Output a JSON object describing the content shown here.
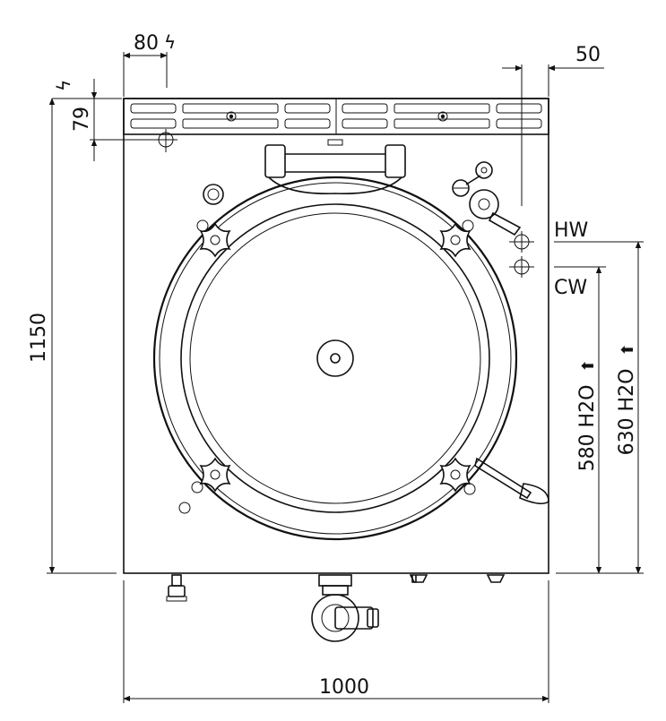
{
  "dimensions": {
    "width": "1000",
    "height": "1150",
    "top_offset": "80",
    "top_right_offset": "50",
    "side_offset": "79",
    "cw_height": "580 H2O",
    "hw_height": "630 H2O"
  },
  "connections": {
    "hot_water": "HW",
    "cold_water": "CW"
  },
  "symbols": {
    "electric": "ϟ",
    "arrow_up": "⬆"
  }
}
